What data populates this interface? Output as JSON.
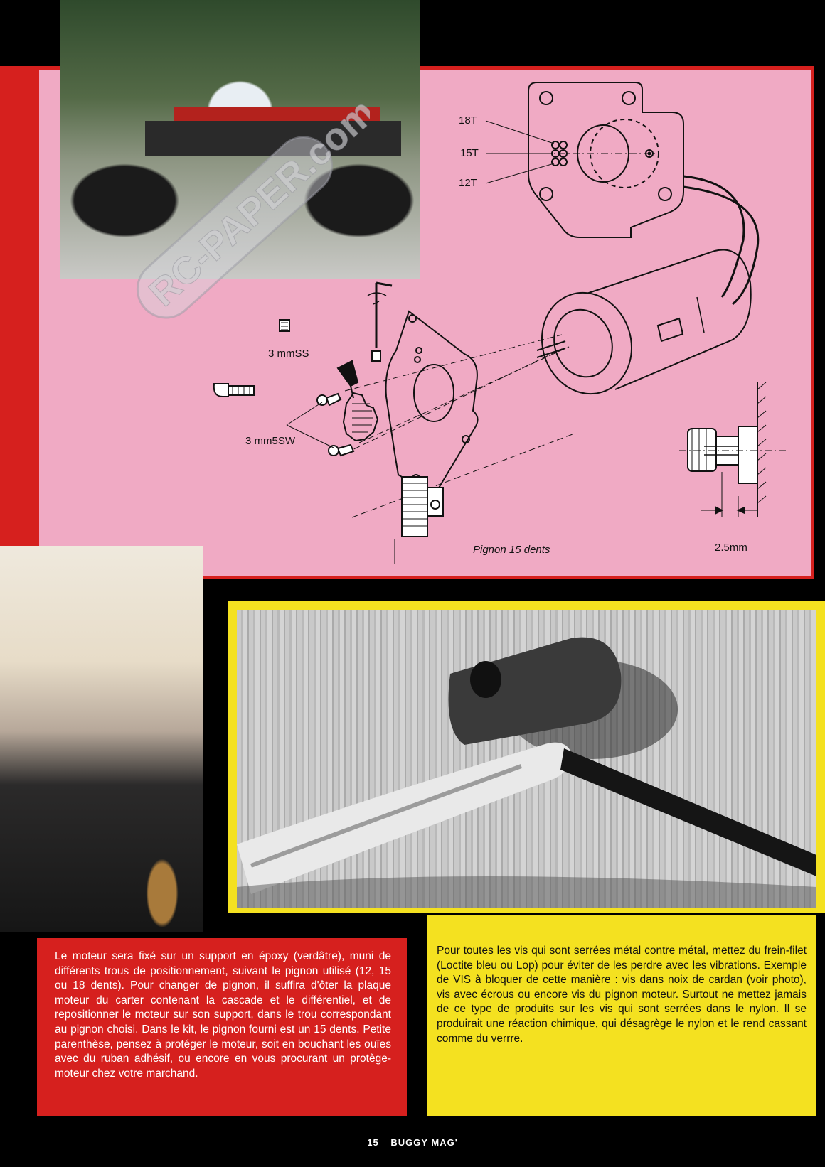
{
  "diagram": {
    "labels": {
      "t18": "18T",
      "t15": "15T",
      "t12": "12T",
      "screw_ss": "3 mmSS",
      "screw_sw": "3 mm5SW",
      "pinion_caption": "Pignon   15 dents",
      "gap_dim": "2.5mm"
    }
  },
  "watermark": {
    "text": "RC-PAPER.com"
  },
  "article": {
    "left_text": "Le moteur sera fixé sur un support en époxy (verdâtre), muni de différents trous de positionnement, suivant le pignon utilisé (12, 15 ou 18 dents). Pour changer de pignon, il suffira d'ôter la plaque moteur du carter contenant la cascade et le différentiel, et de repositionner le moteur sur son support, dans le trou correspondant au pignon choisi. Dans le kit, le pignon fourni est un 15 dents. Petite parenthèse, pensez à protéger le moteur, soit en bouchant les ouïes avec du ruban adhésif, ou encore en vous procurant un protège-moteur chez votre marchand.",
    "right_text": "Pour toutes les vis qui sont serrées métal contre métal, mettez du frein-filet (Loctite bleu ou Lop) pour éviter de les perdre avec les vibrations. Exemple de VIS à bloquer de cette manière : vis dans noix de cardan (voir photo), vis avec écrous ou encore vis du pignon moteur. Surtout ne mettez jamais de ce type de produits sur les vis qui sont serrées dans le nylon. Il se produirait une réaction chimique, qui désagrège le nylon et le rend cassant comme du verrre."
  },
  "footer": {
    "page_number": "15",
    "magazine": "BUGGY MAG'"
  },
  "colors": {
    "red": "#d6201e",
    "pink": "#f0aac4",
    "yellow": "#f4e120"
  }
}
